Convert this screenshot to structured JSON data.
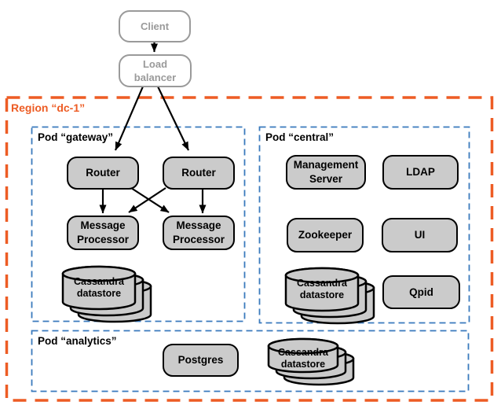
{
  "colors": {
    "region_border": "#ed5c24",
    "pod_border": "#3a7abd",
    "node_fill": "#cbcbcb",
    "node_border": "#000000",
    "external_gray": "#9a9a9a"
  },
  "external": {
    "client": "Client",
    "load_balancer": "Load balancer"
  },
  "region": {
    "label": "Region “dc-1”"
  },
  "pods": {
    "gateway": {
      "label": "Pod “gateway”",
      "routers": [
        "Router",
        "Router"
      ],
      "processors": [
        "Message Processor",
        "Message Processor"
      ],
      "datastore": "Cassandra datastore"
    },
    "central": {
      "label": "Pod “central”",
      "management_server": "Management Server",
      "ldap": "LDAP",
      "zookeeper": "Zookeeper",
      "ui": "UI",
      "qpid": "Qpid",
      "datastore": "Cassandra datastore"
    },
    "analytics": {
      "label": "Pod “analytics”",
      "postgres": "Postgres",
      "datastore": "Cassandra datastore"
    }
  }
}
